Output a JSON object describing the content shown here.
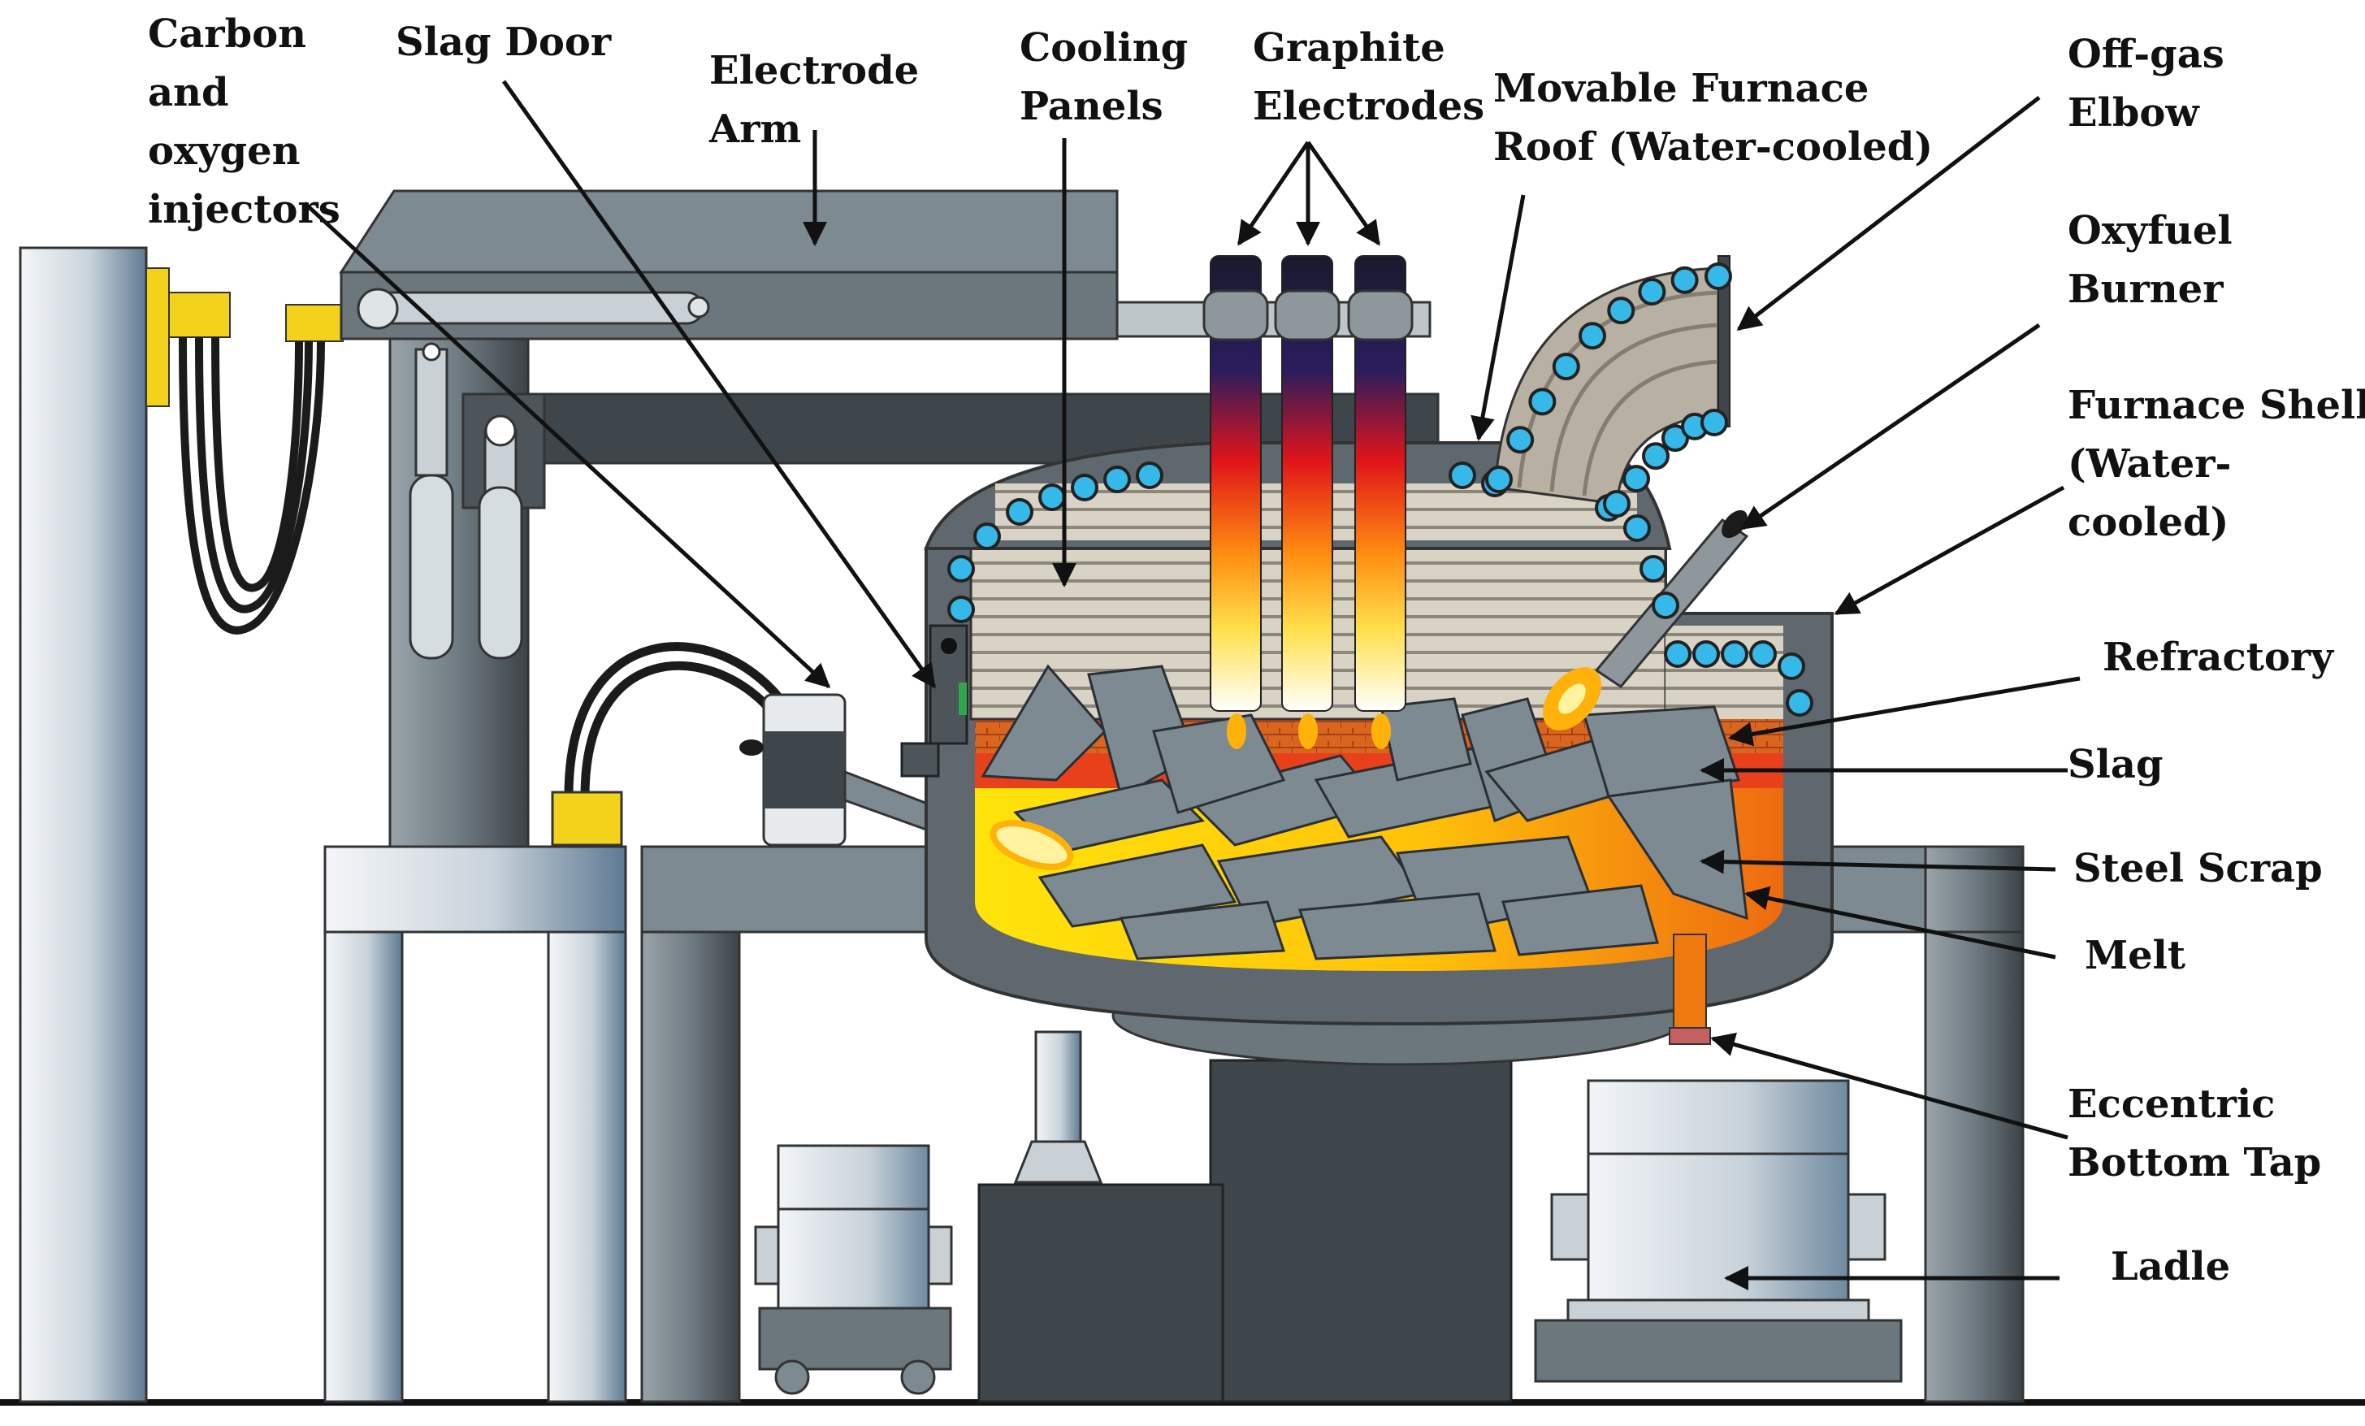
{
  "labels": {
    "carbon_oxygen_injectors": [
      "Carbon",
      "and",
      "oxygen",
      "injectors"
    ],
    "slag_door": [
      "Slag Door"
    ],
    "electrode_arm": [
      "Electrode",
      "Arm"
    ],
    "cooling_panels": [
      "Cooling",
      "Panels"
    ],
    "graphite_electrodes": [
      "Graphite",
      "Electrodes"
    ],
    "movable_furnace_roof": [
      "Movable Furnace",
      "Roof (Water-cooled)"
    ],
    "off_gas_elbow": [
      "Off-gas",
      "Elbow"
    ],
    "oxyfuel_burner": [
      "Oxyfuel",
      "Burner"
    ],
    "furnace_shell": [
      "Furnace Shell",
      "(Water-",
      "cooled)"
    ],
    "refractory": [
      "Refractory"
    ],
    "slag": [
      "Slag"
    ],
    "steel_scrap": [
      "Steel Scrap"
    ],
    "melt": [
      "Melt"
    ],
    "eccentric_bottom_tap": [
      "Eccentric",
      "Bottom Tap"
    ],
    "ladle": [
      "Ladle"
    ]
  },
  "colors": {
    "frame_gray": "#7d8a91",
    "dark_gray": "#4a5156",
    "cable_yellow": "#f2d21b",
    "cooling_blue": "#36b8e8",
    "melt_orange": "#f08a10",
    "melt_yellow": "#ffd80a",
    "slag_red": "#e8401a",
    "refractory_brick": "#d9651f"
  }
}
